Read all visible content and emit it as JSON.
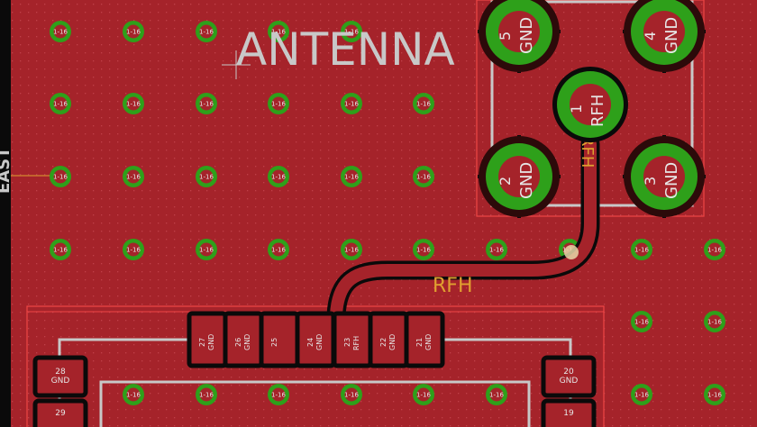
{
  "board": {
    "title_text": "ANTENNA",
    "side_text": "EAST",
    "via_label": "1-16",
    "colors": {
      "copper": "#a5232a",
      "copper_dot": "#b83a40",
      "silkscreen": "#c8c8c8",
      "pad_green": "#2ea01a",
      "pad_dark": "#2c0a0a",
      "outline": "#ee4646",
      "net_label": "#e0a030",
      "trace_black": "#0a0a0a"
    }
  },
  "connector": {
    "pads": [
      {
        "number": "5",
        "net": "GND"
      },
      {
        "number": "4",
        "net": "GND"
      },
      {
        "number": "1",
        "net": "RFH"
      },
      {
        "number": "2",
        "net": "GND"
      },
      {
        "number": "3",
        "net": "GND"
      }
    ],
    "trace_label": "RFH"
  },
  "trace": {
    "label": "RFH"
  },
  "module": {
    "pads": [
      {
        "number": "27",
        "net": "GND"
      },
      {
        "number": "26",
        "net": "GND"
      },
      {
        "number": "25",
        "net": ""
      },
      {
        "number": "24",
        "net": "GND"
      },
      {
        "number": "23",
        "net": "RFH"
      },
      {
        "number": "22",
        "net": "GND"
      },
      {
        "number": "21",
        "net": "GND"
      }
    ],
    "corner_pads": [
      {
        "number": "28",
        "net": "GND",
        "below": "29"
      },
      {
        "number": "20",
        "net": "GND",
        "below": "19"
      }
    ]
  }
}
